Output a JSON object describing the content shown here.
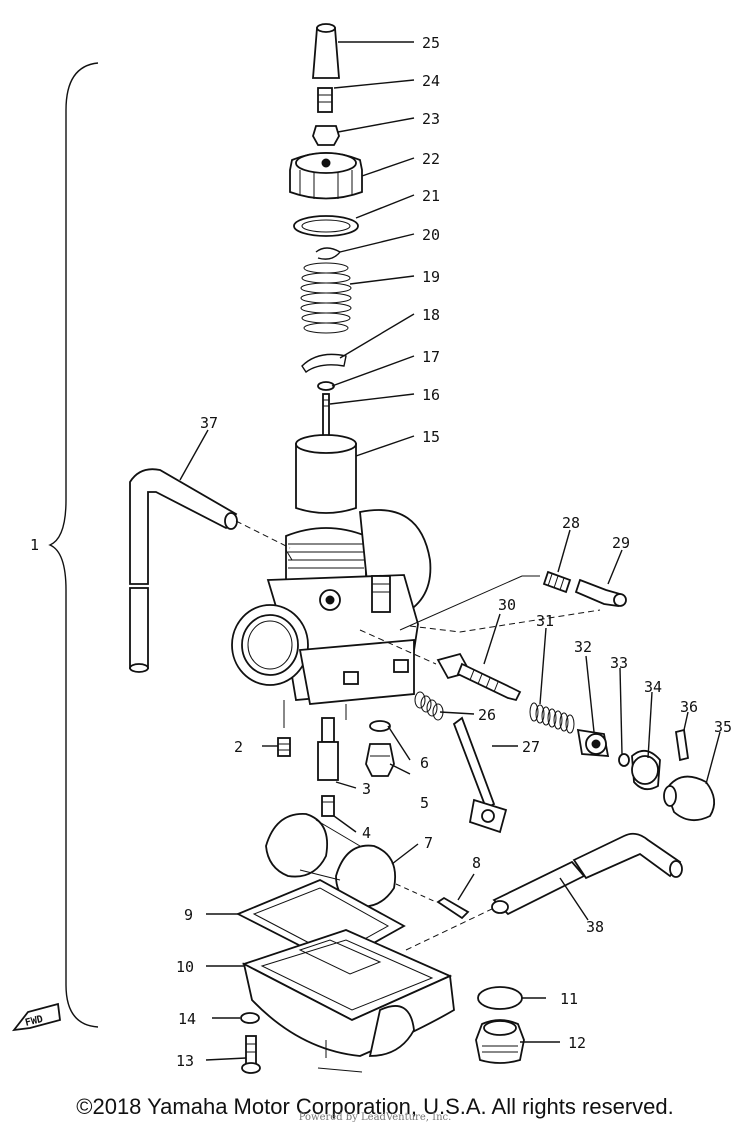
{
  "diagram": {
    "callouts": [
      "1",
      "2",
      "3",
      "4",
      "5",
      "6",
      "7",
      "8",
      "9",
      "10",
      "11",
      "12",
      "13",
      "14",
      "15",
      "16",
      "17",
      "18",
      "19",
      "20",
      "21",
      "22",
      "23",
      "24",
      "25",
      "26",
      "27",
      "28",
      "29",
      "30",
      "31",
      "32",
      "33",
      "34",
      "35",
      "36",
      "37",
      "38"
    ],
    "fwd_label": "FWD"
  },
  "footer": {
    "copyright": "©2018 Yamaha Motor Corporation, U.S.A. All rights reserved.",
    "watermark": "Powered by LeadVenture, Inc."
  }
}
